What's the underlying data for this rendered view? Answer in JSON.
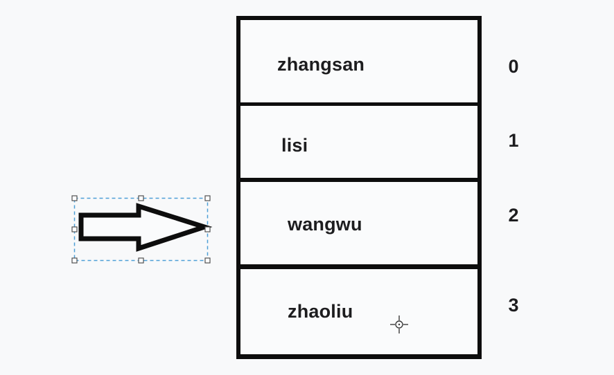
{
  "array": {
    "rows": [
      {
        "value": "zhangsan",
        "index": "0"
      },
      {
        "value": "lisi",
        "index": "1"
      },
      {
        "value": "wangwu",
        "index": "2"
      },
      {
        "value": "zhaoliu",
        "index": "3"
      }
    ]
  },
  "pointer": {
    "shape": "right-arrow",
    "selected": true,
    "points_to_index": "2",
    "handle_count": 8
  },
  "cursor": {
    "type": "crosshair"
  },
  "colors": {
    "canvas_bg": "#f8f9fa",
    "line": "#0d0d0d",
    "cell_fill": "#fafbfc",
    "text": "#1d1d1f",
    "selection_blue": "#4d9fd6",
    "handle_fill": "#ffffff",
    "handle_border": "#4f4f4f",
    "cursor_gray": "#3a3a3a"
  }
}
